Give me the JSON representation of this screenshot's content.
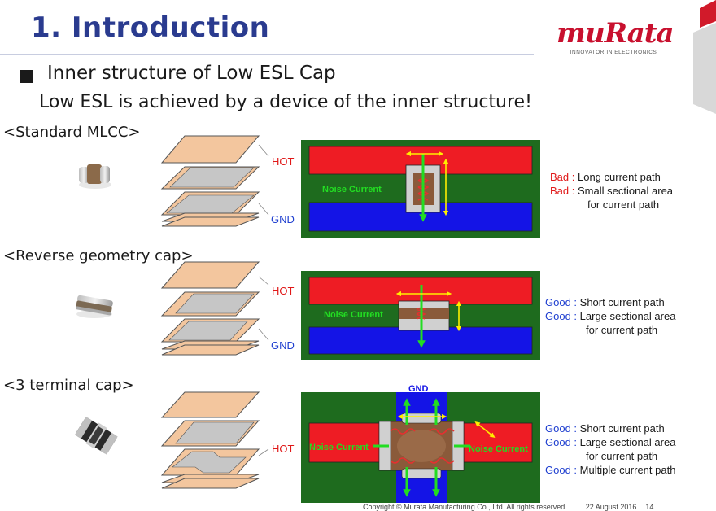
{
  "title": "1. Introduction",
  "logo": {
    "wordmark": "muRata",
    "tagline": "INNOVATOR IN ELECTRONICS"
  },
  "bullet": "Inner structure of Low ESL Cap",
  "lead": "Low ESL is achieved by a device of the inner structure!",
  "sections": [
    {
      "title": "<Standard MLCC>",
      "hot": "HOT",
      "gnd": "GND",
      "noise": "Noise Current",
      "notes": [
        {
          "kw": "Bad",
          "sep": " : ",
          "text": "Long current path"
        },
        {
          "kw": "Bad",
          "sep": " : ",
          "text": "Small sectional area"
        }
      ],
      "note_cont": "for current path"
    },
    {
      "title": "<Reverse geometry cap>",
      "hot": "HOT",
      "gnd": "GND",
      "noise": "Noise Current",
      "notes": [
        {
          "kw": "Good",
          "sep": " : ",
          "text": "Short current path"
        },
        {
          "kw": "Good",
          "sep": " : ",
          "text": "Large sectional area"
        }
      ],
      "note_cont": "for current path"
    },
    {
      "title": "<3 terminal cap>",
      "hot": "HOT",
      "gnd": "GND",
      "noise_left": "Noise Current",
      "noise_right": "Noise Current",
      "notes": [
        {
          "kw": "Good",
          "sep": " : ",
          "text": "Short current path"
        },
        {
          "kw": "Good",
          "sep": " : ",
          "text": "Large sectional area"
        }
      ],
      "note_cont": "for current path",
      "note_last": {
        "kw": "Good",
        "sep": " : ",
        "text": "Multiple current path"
      }
    }
  ],
  "footer": {
    "copyright": "Copyright © Murata Manufacturing Co., Ltd. All rights reserved.",
    "date": "22 August 2016",
    "page": "14"
  },
  "colors": {
    "title": "#2a3b8f",
    "brand": "#c8102e",
    "board": "#1e6b1e",
    "hot": "#ee1c24",
    "gnd": "#1414e6",
    "arrow": "#22dd22",
    "bad": "#e01818",
    "good": "#1f3fd0"
  }
}
